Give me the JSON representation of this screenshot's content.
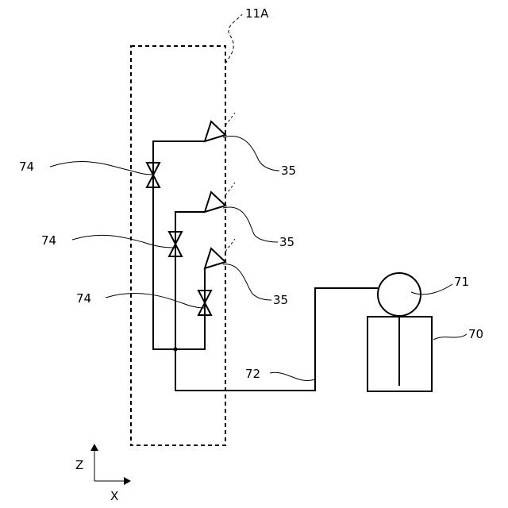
{
  "figure": {
    "labels": {
      "unit": "11A",
      "valve": "74",
      "nozzle": "35",
      "pump": "71",
      "tank": "70",
      "pipe": "72",
      "axis_z": "Z",
      "axis_x": "X"
    }
  }
}
